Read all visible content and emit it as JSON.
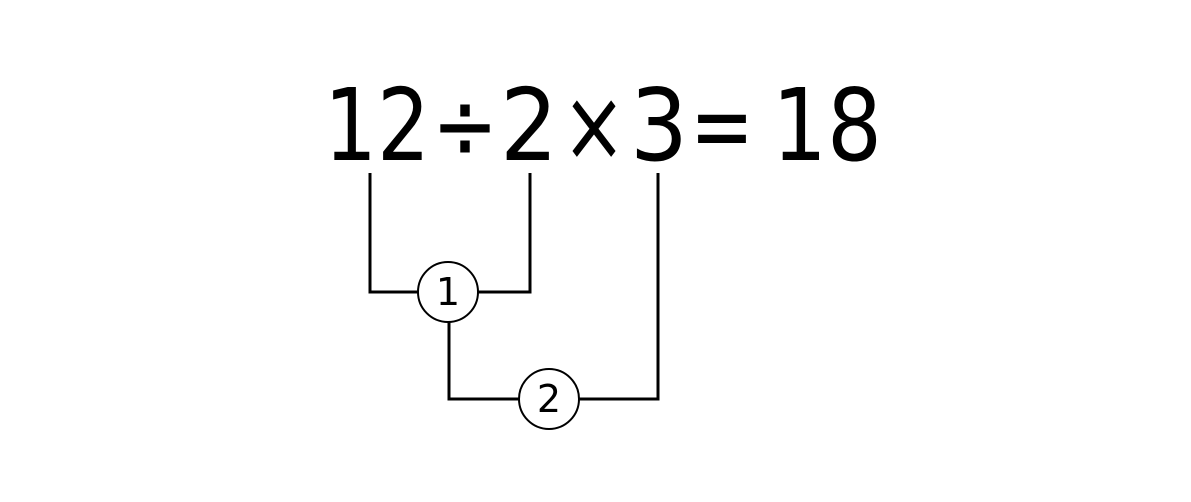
{
  "equation": {
    "tokens": [
      {
        "name": "operand-12",
        "text": "12"
      },
      {
        "name": "divide-sign",
        "text": "÷"
      },
      {
        "name": "operand-2",
        "text": "2"
      },
      {
        "name": "multiply-sign",
        "text": "×"
      },
      {
        "name": "operand-3",
        "text": "3"
      },
      {
        "name": "equals-sign",
        "text": "="
      },
      {
        "name": "result-18",
        "text": "18"
      }
    ]
  },
  "steps": [
    {
      "label": "1"
    },
    {
      "label": "2"
    }
  ]
}
